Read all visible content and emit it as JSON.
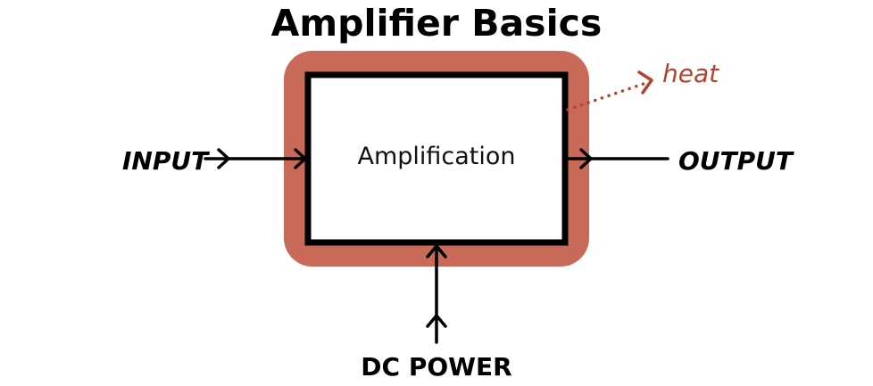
{
  "title": "Amplifier Basics",
  "block": {
    "label": "Amplification",
    "fill_color": "#ffffff",
    "border_color": "#000000",
    "halo_color": "#c96a58"
  },
  "input_label": "INPUT",
  "output_label": "OUTPUT",
  "power_label": "DC POWER",
  "heat": {
    "label": "heat",
    "color": "#b5422f",
    "line_style": "dotted"
  },
  "arrows": [
    {
      "from": "INPUT",
      "to": "Amplification"
    },
    {
      "from": "Amplification",
      "to": "OUTPUT"
    },
    {
      "from": "DC POWER",
      "to": "Amplification"
    },
    {
      "from": "Amplification",
      "to": "heat"
    }
  ]
}
